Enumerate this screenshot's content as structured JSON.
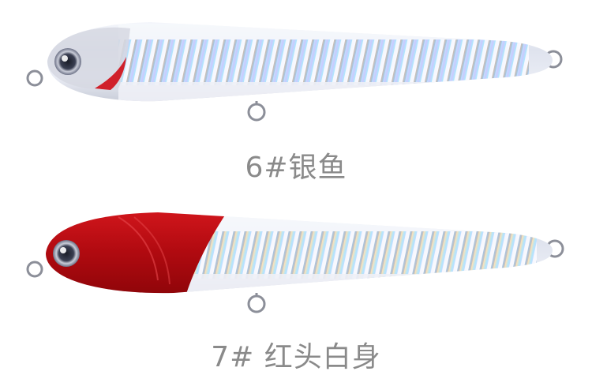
{
  "products": [
    {
      "label": "6#银鱼",
      "variant": "silver",
      "head_color": "#dcdde8",
      "body_color": "#e4e7f2",
      "accent_color": "#d0202a"
    },
    {
      "label": "7# 红头白身",
      "variant": "red-head",
      "head_color": "#c00d12",
      "body_color": "#e4e7f2",
      "accent_color": "#c00d12"
    }
  ],
  "caption_color": "#8a8a8a"
}
